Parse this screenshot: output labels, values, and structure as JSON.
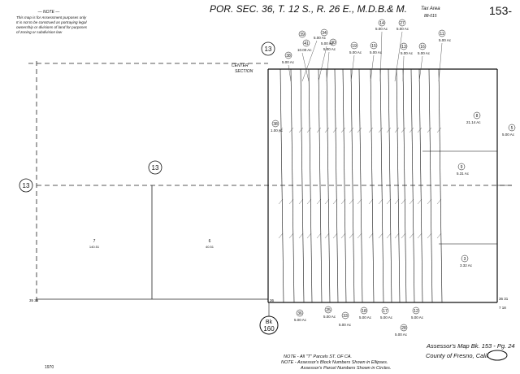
{
  "header": {
    "title": "POR. SEC. 36, T. 12 S., R. 26 E., M.D.B.& M.",
    "tax_area_label": "Tax Area",
    "tax_area_value": "88-015",
    "page_number": "153-"
  },
  "note_box": {
    "heading": "— NOTE —",
    "lines": [
      "This map is for Assessment purposes only",
      "It is not to be construed as portraying legal",
      "ownership or divisions of land for purposes",
      "of zoning or subdivision law"
    ]
  },
  "section": {
    "number_left": "13",
    "number_mid": "13",
    "number_top": "13",
    "center_label_1": "CENTER",
    "center_label_2": "SECTION",
    "corner_left": "35 36",
    "corner_mid": "36",
    "corner_right": "36 31",
    "corner_bottom": "7 18"
  },
  "block": {
    "label": "Bk",
    "number": "160"
  },
  "parcels_large": [
    {
      "id": "7",
      "area": "140.51"
    },
    {
      "id": "6",
      "area": "40.51"
    }
  ],
  "parcels_top": [
    {
      "id": "38",
      "area": "5.00 Ac"
    },
    {
      "id": "39",
      "area": "5.00 Ac"
    },
    {
      "id": "41",
      "area": "10.00 Ac"
    },
    {
      "id": "34",
      "area": "5.00 Ac"
    },
    {
      "id": "30",
      "area": "5.00 Ac"
    },
    {
      "id": "19",
      "area": "5.00 Ac"
    },
    {
      "id": "15",
      "area": "5.00 Ac"
    },
    {
      "id": "14",
      "area": "5.00 Ac"
    },
    {
      "id": "27",
      "area": "5.00 Ac"
    },
    {
      "id": "13",
      "area": "5.00 Ac"
    },
    {
      "id": "16",
      "area": "5.00 Ac"
    },
    {
      "id": "11",
      "area": "5.00 Ac"
    }
  ],
  "parcels_side": [
    {
      "id": "38",
      "area": "1.00 Ac"
    },
    {
      "id": "8",
      "area": "21.14 Ac"
    },
    {
      "id": "9",
      "area": "5.31 Ac"
    },
    {
      "id": "3",
      "area": "3.32 Ac"
    },
    {
      "id": "5",
      "area": "5.00 Ac"
    }
  ],
  "parcels_bottom": [
    {
      "id": "36",
      "area": "5.00 Ac"
    },
    {
      "id": "25",
      "area": "5.00 Ac"
    },
    {
      "id": "33",
      "area": "5.00 Ac"
    },
    {
      "id": "18",
      "area": "5.00 Ac"
    },
    {
      "id": "17",
      "area": "5.00 Ac"
    },
    {
      "id": "28",
      "area": "5.00 Ac"
    },
    {
      "id": "12",
      "area": "5.00 Ac"
    }
  ],
  "footer": {
    "map_ref": "Assessor's Map Bk. 153 - Pg. 24",
    "county": "County of Fresno, Calif.",
    "note_1": "NOTE - All \"T\" Parcels ST. OF CA.",
    "note_2": "NOTE - Assessor's Block Numbers Shown in Ellipses.",
    "note_3": "Assessor's Parcel Numbers Shown in Circles.",
    "year": "1970"
  }
}
